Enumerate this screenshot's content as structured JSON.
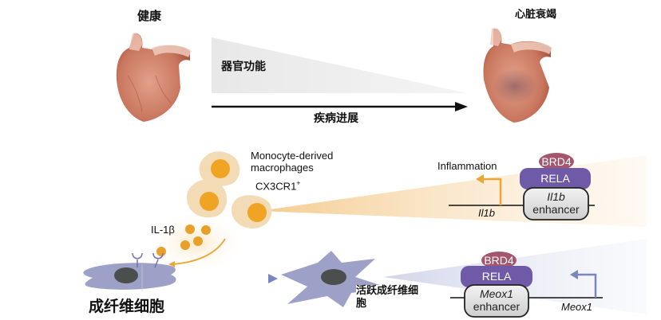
{
  "top": {
    "healthy_label": "健康",
    "aging_label": "心脏衰竭",
    "organ_function_label": "器官功能",
    "disease_progression_label": "疾病进展"
  },
  "macrophage": {
    "title_line1": "Monocyte-derived",
    "title_line2": "macrophages",
    "marker": "CX3CR1",
    "marker_sup": "+"
  },
  "il1b_locus": {
    "output_label": "Inflammation",
    "gene_label": "Il1b",
    "brd4_label": "BRD4",
    "rela_label": "RELA",
    "enhancer_line1": "Il1b",
    "enhancer_line2": "enhancer"
  },
  "cytokine": {
    "label": "IL-1β"
  },
  "fibroblast": {
    "resting_label": "成纤维细胞",
    "activated_label_line1": "活跃成纤维细",
    "activated_label_line2": "胞"
  },
  "meox1_locus": {
    "gene_label": "Meox1",
    "brd4_label": "BRD4",
    "rela_label": "RELA",
    "enhancer_line1": "Meox1",
    "enhancer_line2": "enhancer"
  },
  "colors": {
    "macrophage_body": "#f3dcb5",
    "macrophage_nucleus": "#f0a424",
    "brd4": "#a5566f",
    "rela": "#6e5aa6",
    "fibroblast": "#8c8fbd",
    "nucleus": "#4a4e4c",
    "arrow_orange": "#e9a733",
    "arrow_blue": "#7b86c0",
    "heart": "#c97a64"
  }
}
